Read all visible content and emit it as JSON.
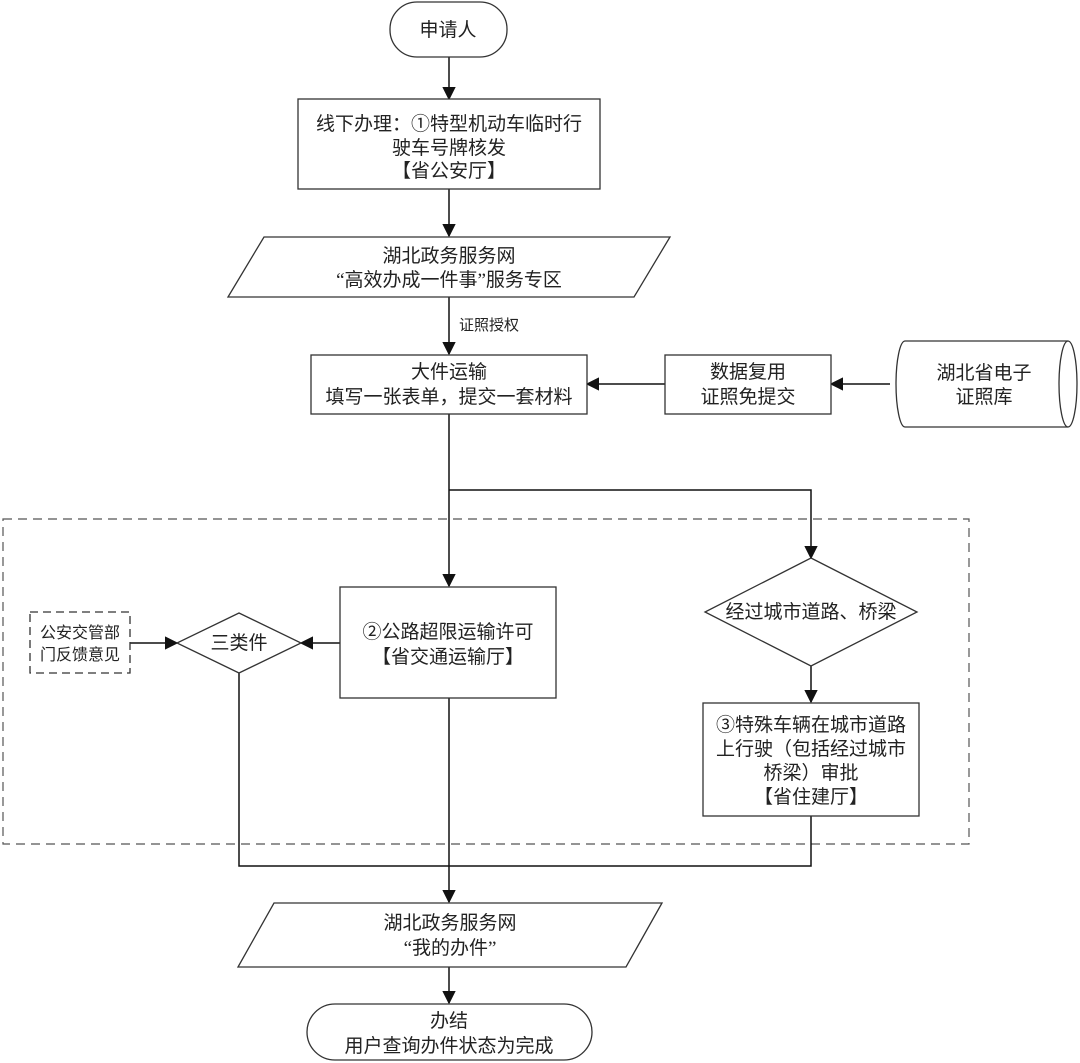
{
  "nodes": {
    "applicant": {
      "line1": "申请人"
    },
    "offline": {
      "line1": "线下办理：①特型机动车临时行",
      "line2": "驶车号牌核发",
      "line3": "【省公安厅】"
    },
    "portal1": {
      "line1": "湖北政务服务网",
      "line2": "“高效办成一件事”服务专区"
    },
    "transport": {
      "line1": "大件运输",
      "line2": "填写一张表单，提交一套材料"
    },
    "reuse": {
      "line1": "数据复用",
      "line2": "证照免提交"
    },
    "library": {
      "line1": "湖北省电子",
      "line2": "证照库"
    },
    "police_feedback": {
      "line1": "公安交管部",
      "line2": "门反馈意见"
    },
    "three_types": {
      "line1": "三类件"
    },
    "permit": {
      "line1": "②公路超限运输许可",
      "line2": "【省交通运输厅】"
    },
    "city_decision": {
      "line1": "经过城市道路、桥梁"
    },
    "special": {
      "line1": "③特殊车辆在城市道路",
      "line2": "上行驶（包括经过城市",
      "line3": "桥梁）审批",
      "line4": "【省住建厅】"
    },
    "portal2": {
      "line1": "湖北政务服务网",
      "line2": "“我的办件”"
    },
    "complete": {
      "line1": "办结",
      "line2": "用户查询办件状态为完成"
    }
  },
  "edges": {
    "authorize": "证照授权"
  }
}
